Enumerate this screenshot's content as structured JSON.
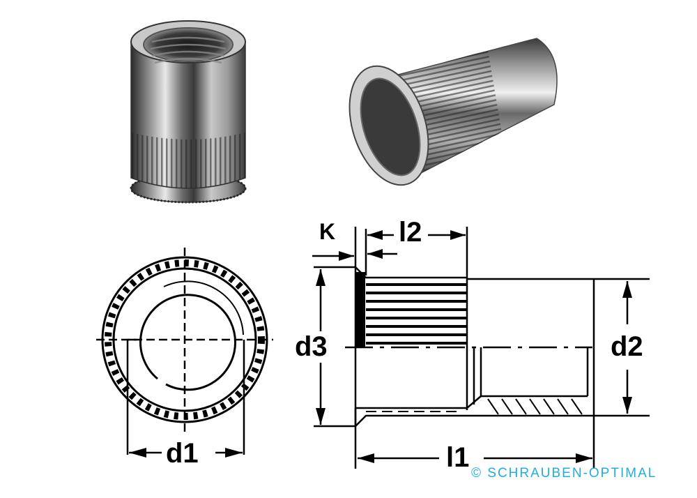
{
  "figure": {
    "subject": "Blind rivet nut (Nietmutter) with flat head and knurled shaft",
    "photos": [
      {
        "name": "rivet-nut-photo-upright",
        "description": "Upright rivet nut showing internal thread and knurled lower shaft"
      },
      {
        "name": "rivet-nut-photo-angled",
        "description": "Angled rivet nut showing flange and knurled shaft"
      }
    ],
    "views": {
      "end_view": {
        "label_d1": "d1"
      },
      "side_view": {
        "label_k": "K",
        "label_l2": "l2",
        "label_d3": "d3",
        "label_d2": "d2",
        "label_l1": "l1"
      }
    }
  },
  "watermark": {
    "text": "© SCHRAUBEN-OPTIMAL",
    "color": "#1eaee0"
  }
}
